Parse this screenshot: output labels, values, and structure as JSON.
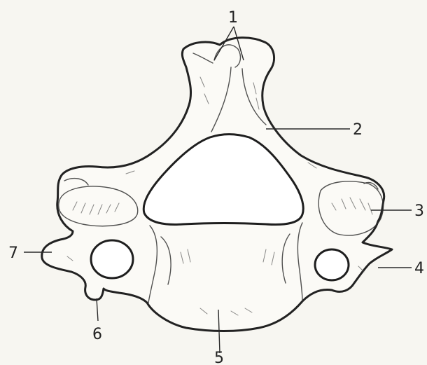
{
  "labels": [
    {
      "id": "label-1",
      "text": "1"
    },
    {
      "id": "label-2",
      "text": "2"
    },
    {
      "id": "label-3",
      "text": "3"
    },
    {
      "id": "label-4",
      "text": "4"
    },
    {
      "id": "label-5",
      "text": "5"
    },
    {
      "id": "label-6",
      "text": "6"
    },
    {
      "id": "label-7",
      "text": "7"
    }
  ]
}
